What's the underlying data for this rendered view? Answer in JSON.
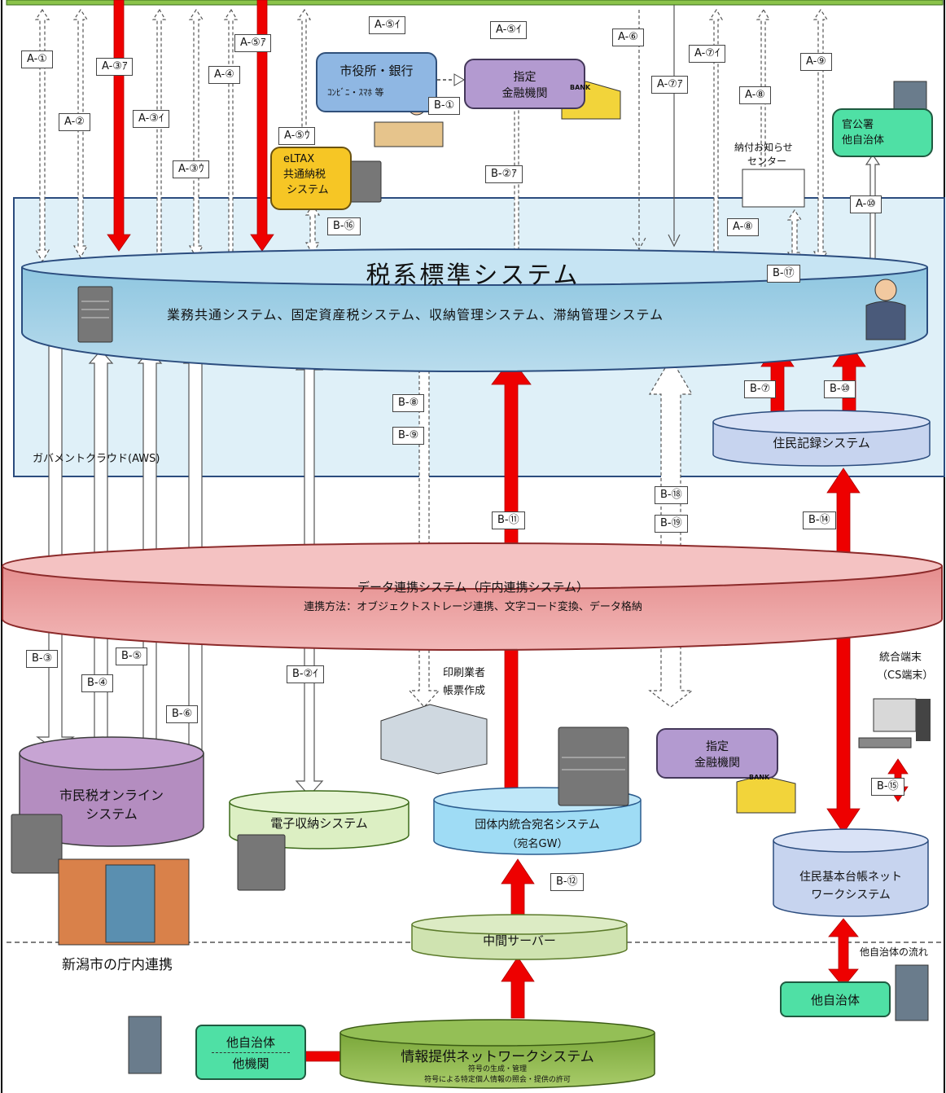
{
  "diagram": {
    "cloud": {
      "label": "ガバメントクラウド(AWS)"
    },
    "tax_system": {
      "title": "税系標準システム",
      "subtitle": "業務共通システム、固定資産税システム、収納管理システム、滞納管理システム"
    },
    "resident_record": {
      "label": "住民記録システム"
    },
    "data_linkage": {
      "title": "データ連携システム（庁内連携システム）",
      "subtitle": "連携方法：オブジェクトストレージ連携、文字コード変換、データ格納"
    },
    "shimin_online": {
      "line1": "市民税オンライン",
      "line2": "システム"
    },
    "e_payment": {
      "label": "電子収納システム"
    },
    "address_gw": {
      "line1": "団体内統合宛名システム",
      "line2": "（宛名GW）"
    },
    "juki_net": {
      "line1": "住民基本台帳ネット",
      "line2": "ワークシステム"
    },
    "middle_server": {
      "label": "中間サーバー"
    },
    "info_network": {
      "title": "情報提供ネットワークシステム",
      "sub1": "符号の生成・管理",
      "sub2": "符号による特定個人情報の照会・提供の許可"
    },
    "city_office": {
      "line1": "市役所・銀行",
      "line2": "ｺﾝﾋﾞﾆ・ｽﾏﾎ 等"
    },
    "designated_bank_top": {
      "line1": "指定",
      "line2": "金融機関"
    },
    "designated_bank_bottom": {
      "line1": "指定",
      "line2": "金融機関"
    },
    "bank_sign": "BANK",
    "eltax": {
      "line1": "eLTAX",
      "line2": "共通納税",
      "line3": "システム"
    },
    "government_office": {
      "line1": "官公署",
      "line2": "他自治体"
    },
    "notice_center": {
      "line1": "納付お知らせ",
      "line2": "センター"
    },
    "printer": {
      "line1": "印刷業者",
      "line2": "帳票作成"
    },
    "terminal": {
      "line1": "統合端末",
      "line2": "（CS端末）"
    },
    "other_municipality": "他自治体",
    "other_municipality_org": {
      "line1": "他自治体",
      "line2": "他機関"
    },
    "other_flow": "他自治体の流れ",
    "niigata_label": "新潟市の庁内連携",
    "labels_a": [
      "A-①",
      "A-②",
      "A-③ｱ",
      "A-③ｲ",
      "A-③ｳ",
      "A-④",
      "A-⑤ｱ",
      "A-⑤ｲ",
      "A-⑤ｲ",
      "A-⑤ｳ",
      "A-⑥",
      "A-⑦ｱ",
      "A-⑦ｲ",
      "A-⑧",
      "A-⑧",
      "A-⑨",
      "A-⑩"
    ],
    "labels_b": [
      "B-①",
      "B-②ｱ",
      "B-②ｲ",
      "B-③",
      "B-④",
      "B-⑤",
      "B-⑥",
      "B-⑦",
      "B-⑧",
      "B-⑨",
      "B-⑩",
      "B-⑪",
      "B-⑫",
      "B-⑭",
      "B-⑮",
      "B-⑯",
      "B-⑰",
      "B-⑱",
      "B-⑲"
    ]
  }
}
